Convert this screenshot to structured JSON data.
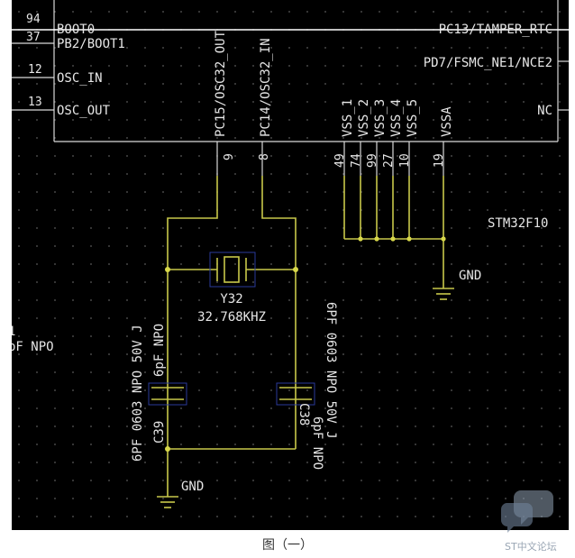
{
  "chip": {
    "part": "STM32F10",
    "left_pins": [
      {
        "num": "94",
        "name": "BOOT0"
      },
      {
        "num": "37",
        "name": "PB2/BOOT1"
      },
      {
        "num": "12",
        "name": "OSC_IN"
      },
      {
        "num": "13",
        "name": "OSC_OUT"
      }
    ],
    "right_pins": [
      {
        "name": "PC13/TAMPER_RTC"
      },
      {
        "name": "PD7/FSMC_NE1/NCE2"
      },
      {
        "name": "NC"
      }
    ],
    "bottom_pins": [
      {
        "num": "9",
        "name": "PC15/OSC32_OUT"
      },
      {
        "num": "8",
        "name": "PC14/OSC32_IN"
      },
      {
        "num": "49",
        "name": "VSS_1"
      },
      {
        "num": "74",
        "name": "VSS_2"
      },
      {
        "num": "99",
        "name": "VSS_3"
      },
      {
        "num": "27",
        "name": "VSS_4"
      },
      {
        "num": "10",
        "name": "VSS_5"
      },
      {
        "num": "19",
        "name": "VSSA"
      }
    ]
  },
  "crystal": {
    "ref": "Y32",
    "value": "32.768KHZ"
  },
  "cap_left": {
    "ref": "C39",
    "value": "6pF NPO",
    "desc": "6PF 0603 NPO 50V J"
  },
  "cap_right": {
    "ref": "C38",
    "value": "6pF NPO",
    "desc": "6PF 0603 NPO 50V J"
  },
  "gnd_label": "GND",
  "partial_left": {
    "ref": "1",
    "value": "pF NPO"
  },
  "caption": "图（一）",
  "watermark": "ST中文论坛"
}
